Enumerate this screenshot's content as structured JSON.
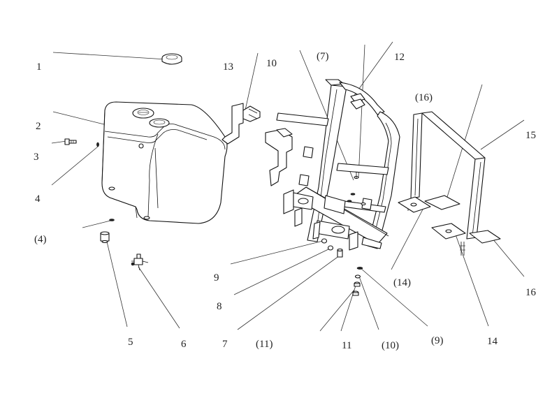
{
  "diagram": {
    "labels": {
      "l1": "1",
      "l2": "2",
      "l3": "3",
      "l4": "4",
      "l4b": "(4)",
      "l5": "5",
      "l6": "6",
      "l7": "7",
      "l7b": "(7)",
      "l8": "8",
      "l9": "9",
      "l9b": "(9)",
      "l10": "10",
      "l10b": "(10)",
      "l11": "11",
      "l11b": "(11)",
      "l12": "12",
      "l13": "13",
      "l14": "14",
      "l14b": "(14)",
      "l15": "15",
      "l16": "16",
      "l16b": "(16)"
    }
  }
}
